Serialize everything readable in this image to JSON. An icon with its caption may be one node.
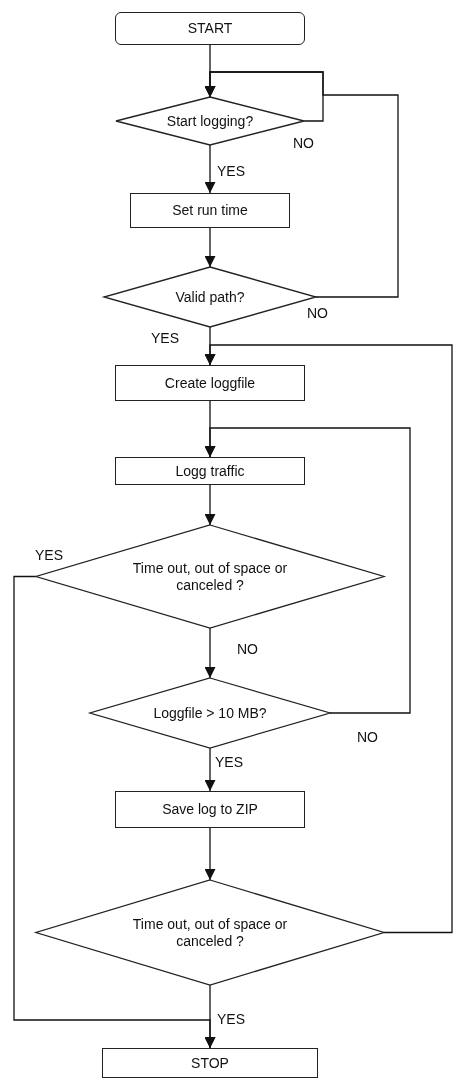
{
  "diagram": {
    "nodes": [
      {
        "text": [
          "START"
        ]
      },
      {
        "text": [
          "Start logging?"
        ]
      },
      {
        "text": [
          "Set run time"
        ]
      },
      {
        "text": [
          "Valid path?"
        ]
      },
      {
        "text": [
          "Create loggfile"
        ]
      },
      {
        "text": [
          "Logg traffic"
        ]
      },
      {
        "text": [
          "Time out, out of space or canceled ?"
        ]
      },
      {
        "text": [
          "Loggfile > 10 MB?"
        ]
      },
      {
        "text": [
          "Save log to ZIP"
        ]
      },
      {
        "text": [
          "Time out, out of space or canceled ?"
        ]
      },
      {
        "text": [
          "STOP"
        ]
      }
    ],
    "edges": [
      {
        "from": 0,
        "to": 1,
        "arrow": "to"
      },
      {
        "from": 1,
        "to": 1,
        "arrow": "to",
        "label": "NO"
      },
      {
        "from": 1,
        "to": 2,
        "arrow": "to",
        "label": "YES"
      },
      {
        "from": 2,
        "to": 3,
        "arrow": "to"
      },
      {
        "from": 3,
        "to": 1,
        "arrow": "to",
        "label": "NO"
      },
      {
        "from": 3,
        "to": 4,
        "arrow": "to",
        "label": "YES"
      },
      {
        "from": 4,
        "to": 5,
        "arrow": "to"
      },
      {
        "from": 5,
        "to": 6,
        "arrow": "to"
      },
      {
        "from": 6,
        "to": 10,
        "arrow": "to",
        "label": "YES"
      },
      {
        "from": 6,
        "to": 7,
        "arrow": "to",
        "label": "NO"
      },
      {
        "from": 7,
        "to": 5,
        "arrow": "to",
        "label": "NO"
      },
      {
        "from": 7,
        "to": 8,
        "arrow": "to",
        "label": "YES"
      },
      {
        "from": 8,
        "to": 9,
        "arrow": "to"
      },
      {
        "from": 9,
        "to": 4,
        "arrow": "to"
      },
      {
        "from": 9,
        "to": 10,
        "arrow": "to",
        "label": "YES"
      }
    ]
  }
}
